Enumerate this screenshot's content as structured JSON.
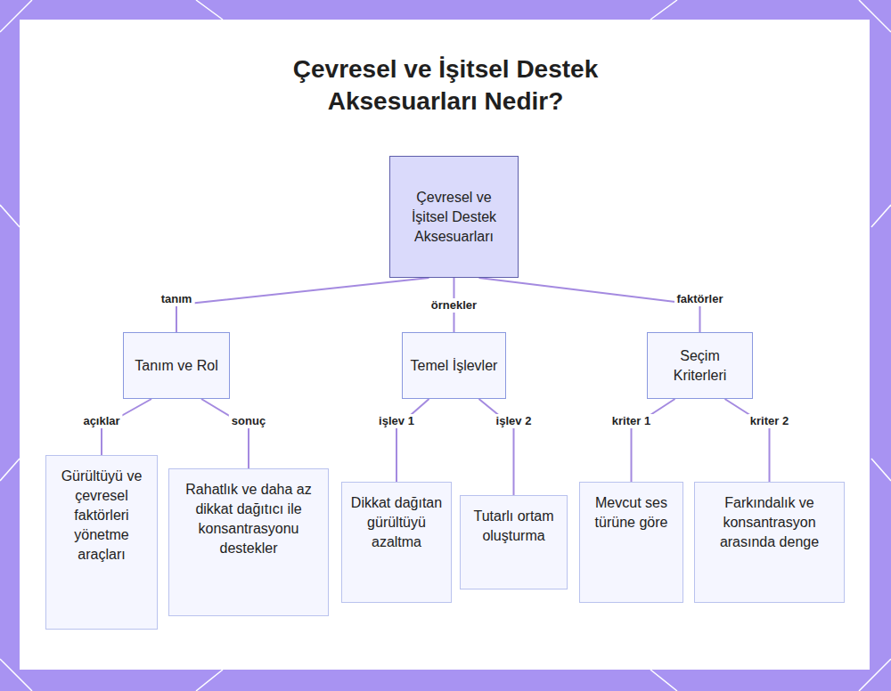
{
  "diagram": {
    "title": "Çevresel ve İşitsel Destek Aksesuarları Nedir?",
    "nodes": [
      {
        "text": [
          "Çevresel ve İşitsel Destek Aksesuarları"
        ]
      },
      {
        "text": [
          "Tanım ve Rol"
        ]
      },
      {
        "text": [
          "Temel İşlevler"
        ]
      },
      {
        "text": [
          "Seçim Kriterleri"
        ]
      },
      {
        "text": [
          "Gürültüyü ve çevresel faktörleri yönetme araçları"
        ]
      },
      {
        "text": [
          "Rahatlık ve daha az dikkat dağıtıcı ile konsantrasyonu destekler"
        ]
      },
      {
        "text": [
          "Dikkat dağıtan gürültüyü azaltma"
        ]
      },
      {
        "text": [
          "Tutarlı ortam oluşturma"
        ]
      },
      {
        "text": [
          "Mevcut ses türüne göre"
        ]
      },
      {
        "text": [
          "Farkındalık ve konsantrasyon arasında denge"
        ]
      }
    ],
    "edges": [
      {
        "from": 0,
        "to": 1,
        "label": "tanım",
        "arrow": "none"
      },
      {
        "from": 0,
        "to": 2,
        "label": "örnekler",
        "arrow": "none"
      },
      {
        "from": 0,
        "to": 3,
        "label": "faktörler",
        "arrow": "none"
      },
      {
        "from": 1,
        "to": 4,
        "label": "açıklar",
        "arrow": "none"
      },
      {
        "from": 1,
        "to": 5,
        "label": "sonuç",
        "arrow": "none"
      },
      {
        "from": 2,
        "to": 6,
        "label": "işlev 1",
        "arrow": "none"
      },
      {
        "from": 2,
        "to": 7,
        "label": "işlev 2",
        "arrow": "none"
      },
      {
        "from": 3,
        "to": 8,
        "label": "kriter 1",
        "arrow": "none"
      },
      {
        "from": 3,
        "to": 9,
        "label": "kriter 2",
        "arrow": "none"
      }
    ]
  }
}
